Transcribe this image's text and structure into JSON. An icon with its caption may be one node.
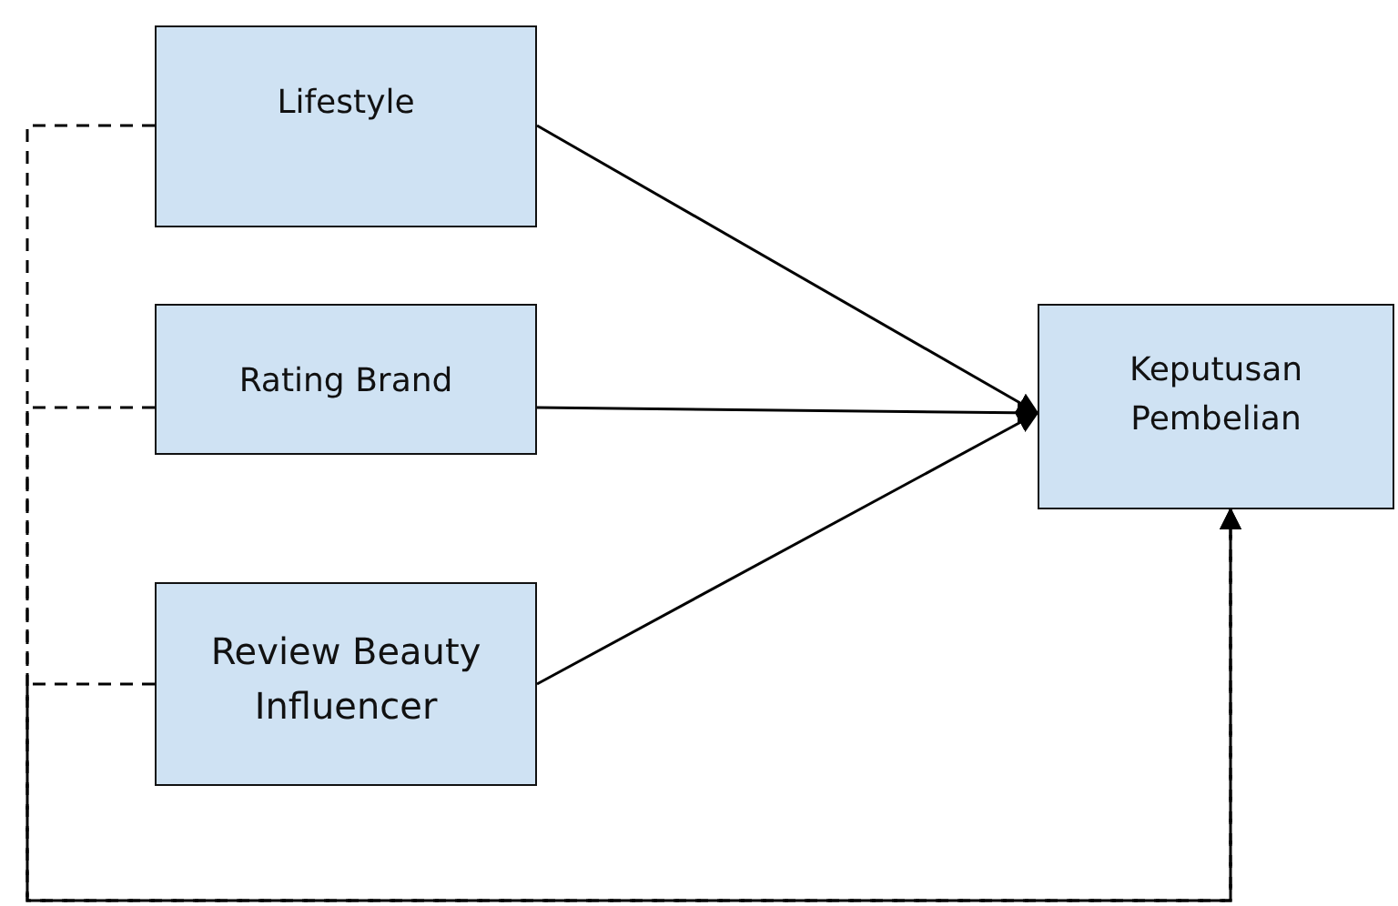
{
  "diagram": {
    "nodes": [
      {
        "text": [
          "Lifestyle"
        ]
      },
      {
        "text": [
          "Rating Brand"
        ]
      },
      {
        "text": [
          "Review Beauty Influencer"
        ]
      },
      {
        "text": [
          "Keputusan Pembelian"
        ]
      }
    ],
    "edges": [
      {
        "from": 0,
        "to": 3,
        "arrow": "to"
      },
      {
        "from": 1,
        "to": 3,
        "arrow": "to"
      },
      {
        "from": 2,
        "to": 3,
        "arrow": "to"
      },
      {
        "from": 0,
        "to": 3,
        "arrow": "to",
        "style": "dashed"
      },
      {
        "from": 1,
        "to": 3,
        "arrow": "to",
        "style": "dashed"
      },
      {
        "from": 2,
        "to": 3,
        "arrow": "to",
        "style": "dashed"
      }
    ]
  }
}
